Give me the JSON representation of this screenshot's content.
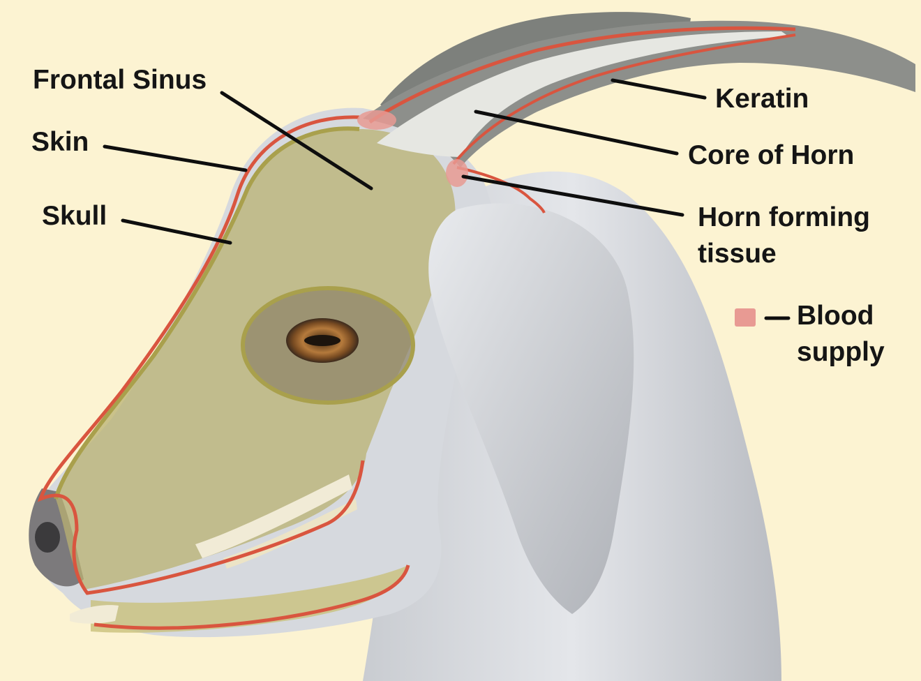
{
  "labels": {
    "frontal_sinus": "Frontal Sinus",
    "skin": "Skin",
    "skull": "Skull",
    "keratin": "Keratin",
    "core_of_horn": "Core of Horn",
    "horn_forming_line1": "Horn forming",
    "horn_forming_line2": "tissue",
    "blood_supply_line1": "Blood",
    "blood_supply_line2": "supply"
  },
  "colors": {
    "background": "#fcf3d2",
    "skin_outline": "#d9553f",
    "skull_fill": "#b9b272",
    "skull_outline": "#a9a04c",
    "fur": "#dde0e4",
    "horn_keratin": "#8d8f8b",
    "horn_core": "#e6e7e2",
    "blood_supply": "#e89a93",
    "leader_lines": "#0e0e0e"
  }
}
